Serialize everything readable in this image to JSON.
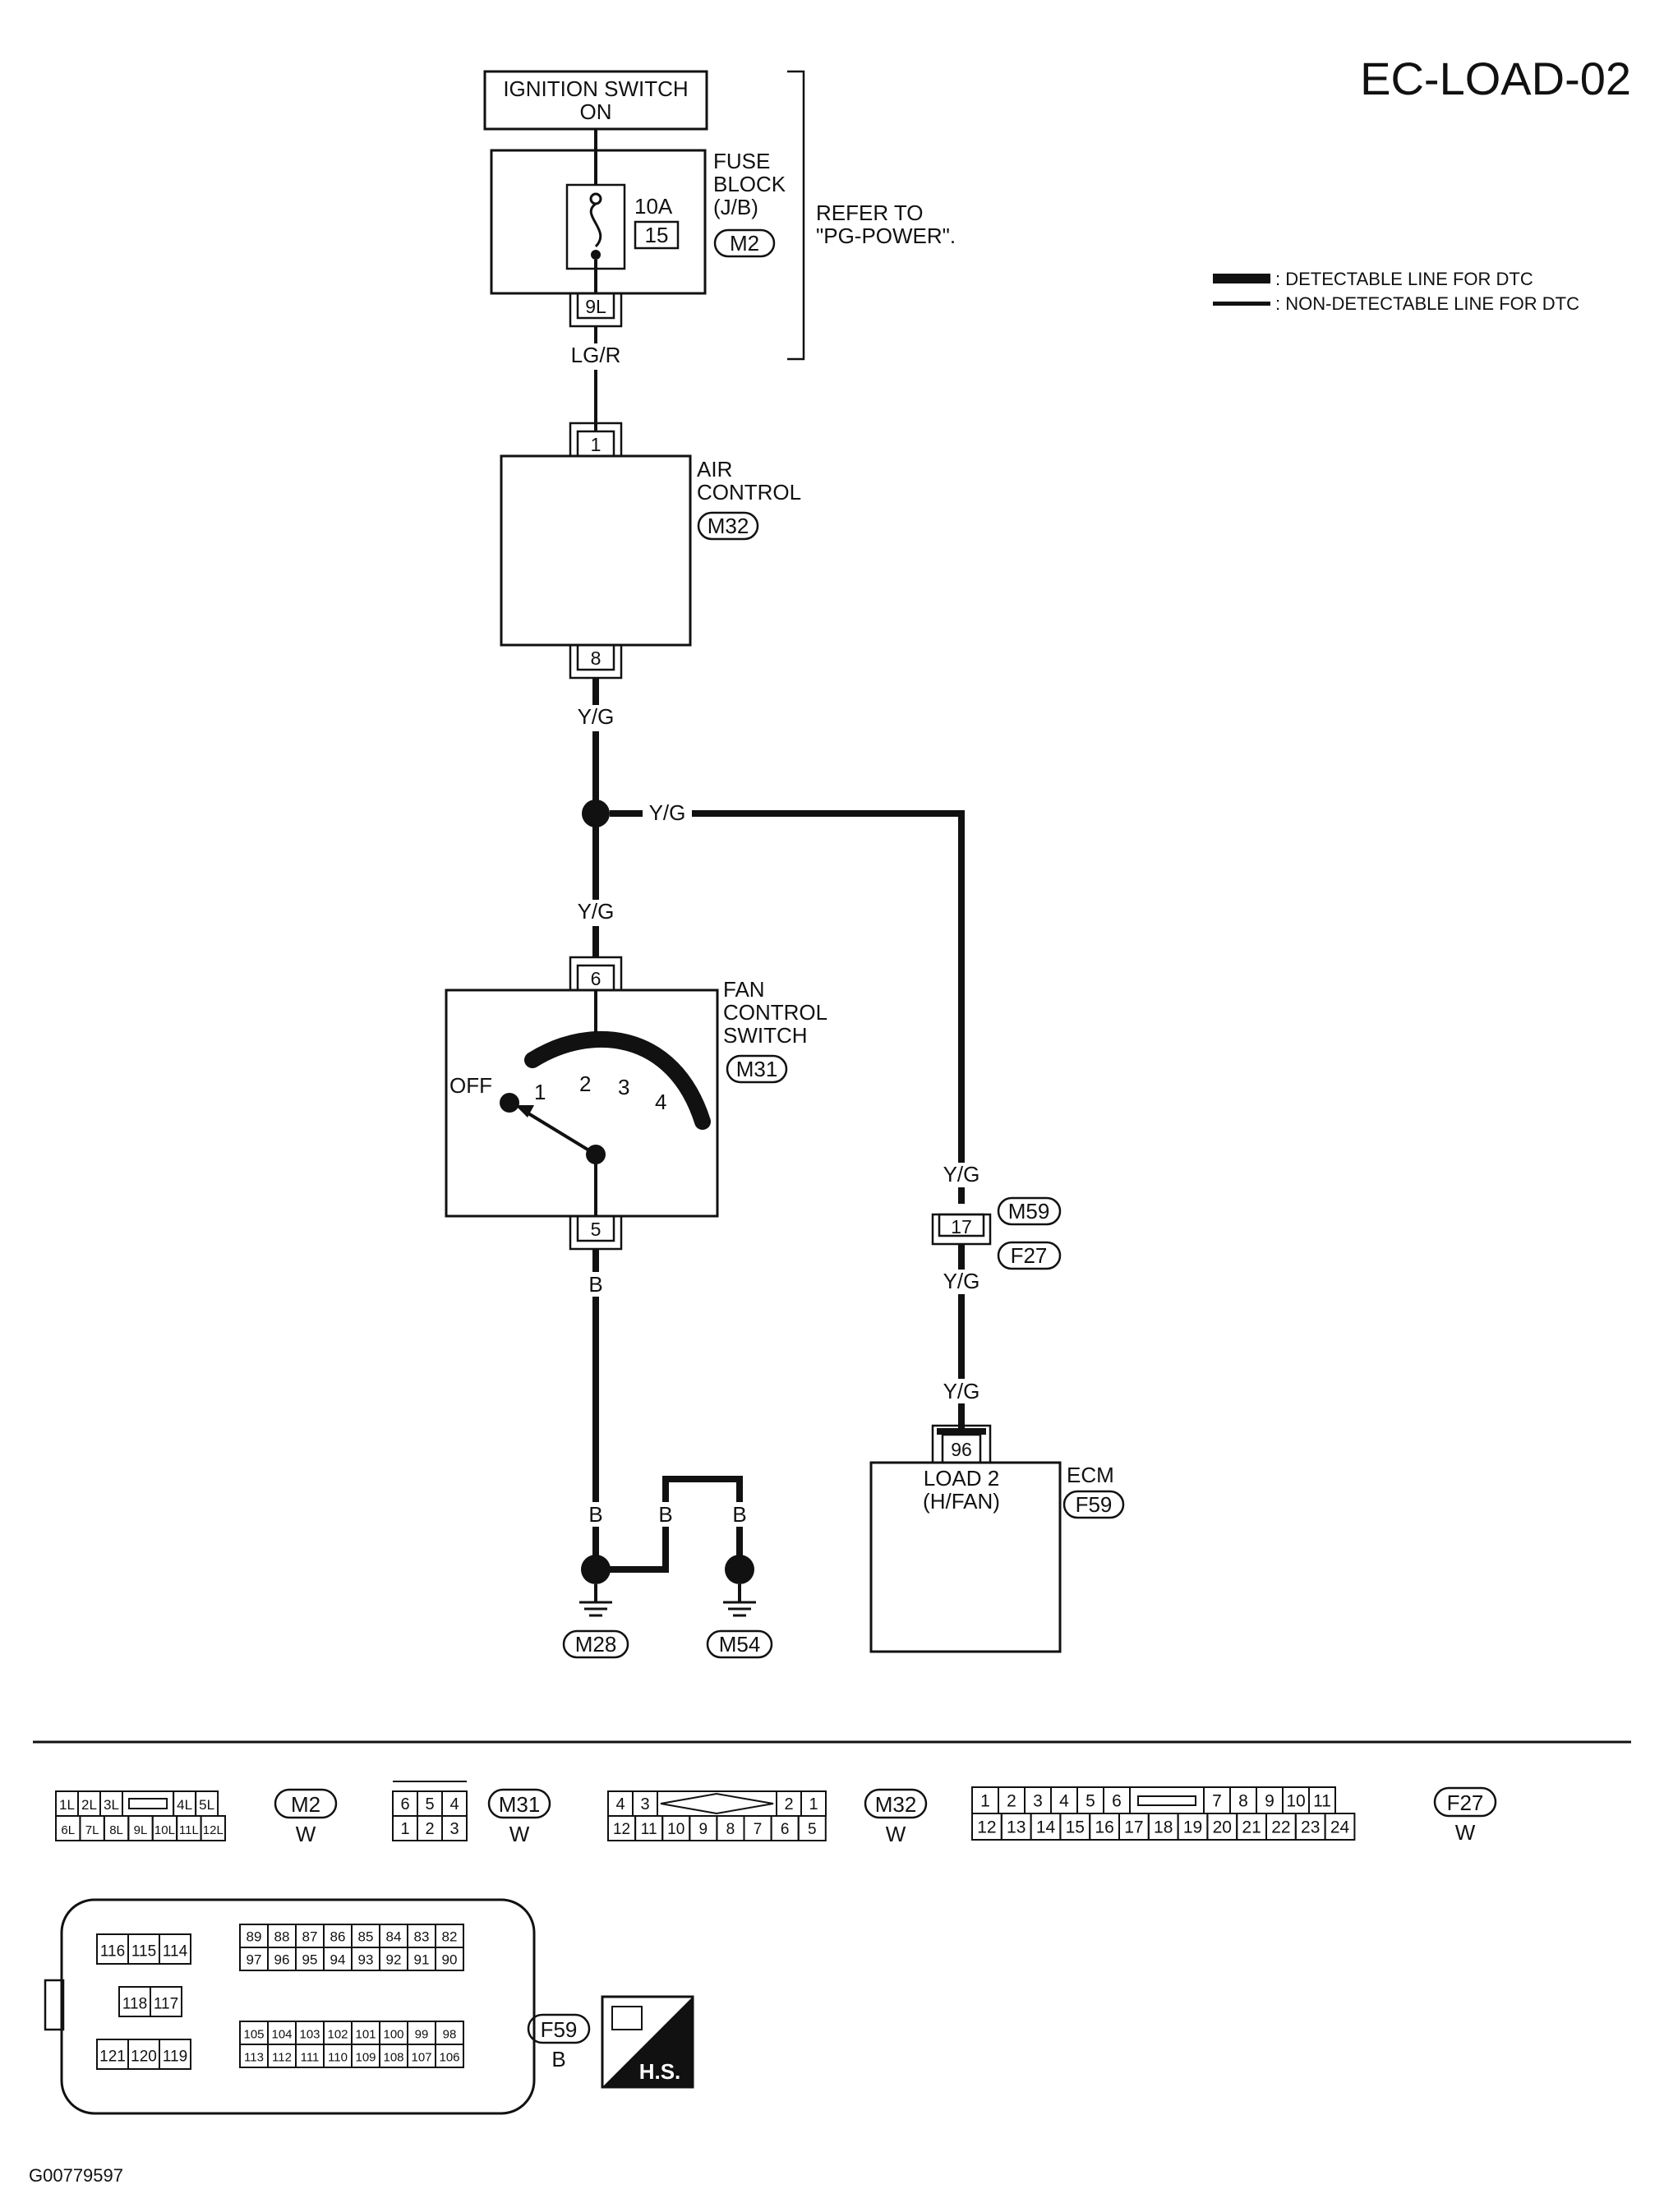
{
  "page_title": "EC-LOAD-02",
  "figure_code": "G00779597",
  "legend": {
    "detectable": ": DETECTABLE LINE FOR DTC",
    "non_detectable": ": NON-DETECTABLE LINE FOR DTC"
  },
  "ignition": {
    "line1": "IGNITION SWITCH",
    "line2": "ON"
  },
  "fuse_block": {
    "line1": "FUSE",
    "line2": "BLOCK",
    "line3": "(J/B)",
    "connector": "M2",
    "fuse_rating": "10A",
    "fuse_no": "15",
    "terminal": "9L"
  },
  "refer": {
    "line1": "REFER TO",
    "line2": "\"PG-POWER\"."
  },
  "air_control": {
    "line1": "AIR",
    "line2": "CONTROL",
    "connector": "M32",
    "pin_in": "1",
    "pin_out": "8"
  },
  "fan_switch": {
    "line1": "FAN",
    "line2": "CONTROL",
    "line3": "SWITCH",
    "connector": "M31",
    "pin_in": "6",
    "pin_out": "5",
    "positions": [
      "OFF",
      "1",
      "2",
      "3",
      "4"
    ]
  },
  "ecm": {
    "label": "ECM",
    "connector": "F59",
    "pin": "96",
    "line1": "LOAD 2",
    "line2": "(H/FAN)"
  },
  "wires": {
    "lg_r": "LG/R",
    "y_g": "Y/G",
    "b": "B"
  },
  "inline_connector": {
    "pin": "17",
    "upper": "M59",
    "lower": "F27"
  },
  "grounds": [
    "M28",
    "M54"
  ],
  "connector_views": {
    "m2": {
      "id": "M2",
      "color": "W",
      "top": [
        "1L",
        "2L",
        "3L",
        "4L",
        "5L"
      ],
      "bottom": [
        "6L",
        "7L",
        "8L",
        "9L",
        "10L",
        "11L",
        "12L"
      ]
    },
    "m31": {
      "id": "M31",
      "color": "W",
      "top": [
        "6",
        "5",
        "4"
      ],
      "bottom": [
        "1",
        "2",
        "3"
      ]
    },
    "m32": {
      "id": "M32",
      "color": "W",
      "top_left": [
        "4",
        "3"
      ],
      "top_right": [
        "2",
        "1"
      ],
      "bottom": [
        "12",
        "11",
        "10",
        "9",
        "8",
        "7",
        "6",
        "5"
      ]
    },
    "f27": {
      "id": "F27",
      "color": "W",
      "top_left": [
        "1",
        "2",
        "3",
        "4",
        "5",
        "6"
      ],
      "top_right": [
        "7",
        "8",
        "9",
        "10",
        "11"
      ],
      "bottom": [
        "12",
        "13",
        "14",
        "15",
        "16",
        "17",
        "18",
        "19",
        "20",
        "21",
        "22",
        "23",
        "24"
      ]
    },
    "f59": {
      "id": "F59",
      "color": "B",
      "hs": "H.S.",
      "left_top": [
        "116",
        "115",
        "114"
      ],
      "left_mid": [
        "118",
        "117"
      ],
      "left_bot": [
        "121",
        "120",
        "119"
      ],
      "right_r1": [
        "89",
        "88",
        "87",
        "86",
        "85",
        "84",
        "83",
        "82"
      ],
      "right_r2": [
        "97",
        "96",
        "95",
        "94",
        "93",
        "92",
        "91",
        "90"
      ],
      "right_r3": [
        "105",
        "104",
        "103",
        "102",
        "101",
        "100",
        "99",
        "98"
      ],
      "right_r4": [
        "113",
        "112",
        "111",
        "110",
        "109",
        "108",
        "107",
        "106"
      ]
    }
  }
}
